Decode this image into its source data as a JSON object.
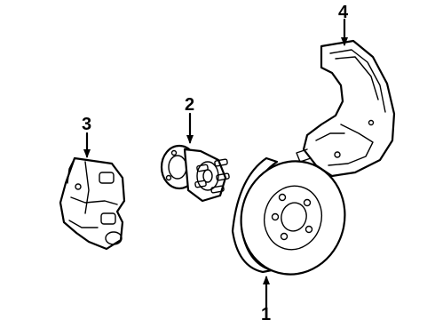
{
  "callouts": [
    {
      "id": 1,
      "label": "1"
    },
    {
      "id": 2,
      "label": "2"
    },
    {
      "id": 3,
      "label": "3"
    },
    {
      "id": 4,
      "label": "4"
    }
  ],
  "parts": [
    "rotor",
    "hub",
    "caliper",
    "splash-shield"
  ]
}
